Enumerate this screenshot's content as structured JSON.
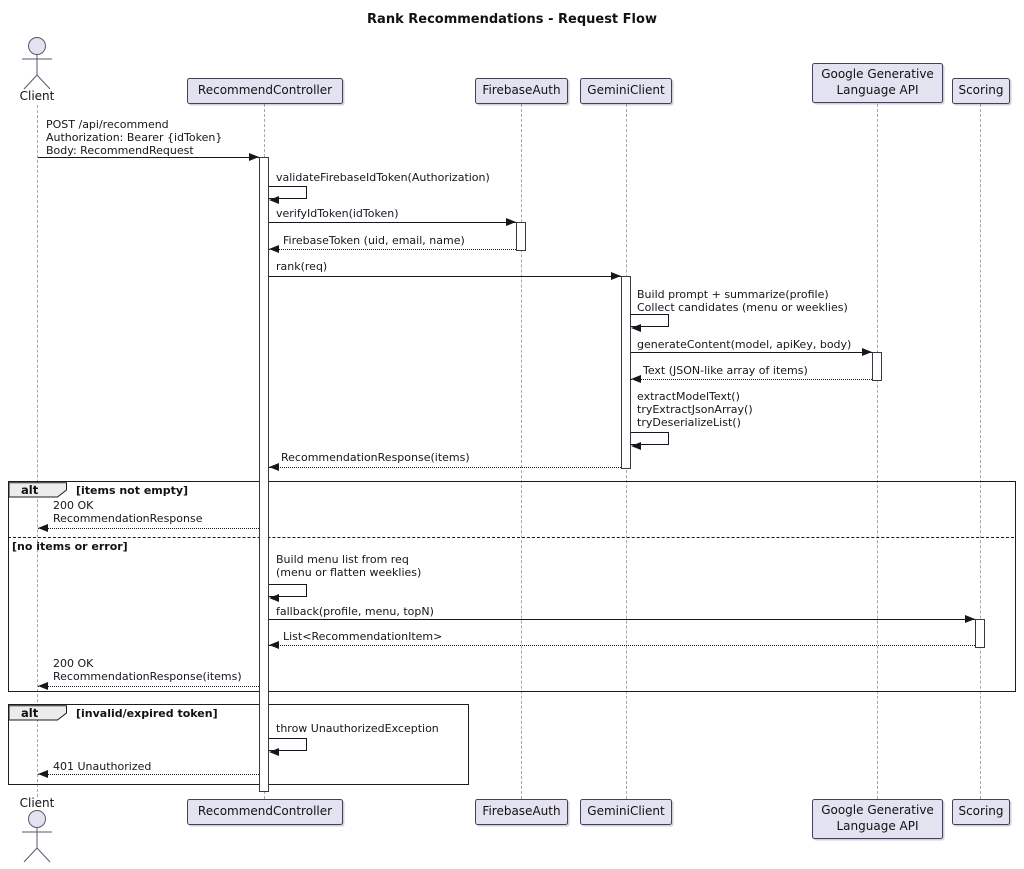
{
  "title": "Rank Recommendations - Request Flow",
  "participants": {
    "client": {
      "label": "Client"
    },
    "controller": {
      "label": "RecommendController"
    },
    "firebase": {
      "label": "FirebaseAuth"
    },
    "gemini": {
      "label": "GeminiClient"
    },
    "api": {
      "label": "Google Generative\nLanguage API"
    },
    "scoring": {
      "label": "Scoring"
    }
  },
  "messages": {
    "request": "POST /api/recommend\nAuthorization: Bearer {idToken}\nBody: RecommendRequest",
    "validate_token": "validateFirebaseIdToken(Authorization)",
    "verify_id_token": "verifyIdToken(idToken)",
    "firebase_token_return": "FirebaseToken (uid, email, name)",
    "rank": "rank(req)",
    "build_prompt": "Build prompt + summarize(profile)\nCollect candidates (menu or weeklies)",
    "generate_content": "generateContent(model, apiKey, body)",
    "text_return": "Text (JSON-like array of items)",
    "extract": "extractModelText()\ntryExtractJsonArray()\ntryDeserializeList()",
    "recommendation_response": "RecommendationResponse(items)",
    "ok_response": "200 OK\nRecommendationResponse",
    "build_menu": "Build menu list from req\n(menu or flatten weeklies)",
    "fallback": "fallback(profile, menu, topN)",
    "list_return": "List<RecommendationItem>",
    "ok_response_items": "200 OK\nRecommendationResponse(items)",
    "throw_unauthorized": "throw UnauthorizedException",
    "unauthorized": "401 Unauthorized"
  },
  "frames": {
    "alt1": {
      "label": "alt",
      "guard": "[items not empty]",
      "divider_label": "[no items or error]"
    },
    "alt2": {
      "label": "alt",
      "guard": "[invalid/expired token]"
    }
  },
  "colors": {
    "participant_fill": "#E2E2F0",
    "participant_border": "#41415a",
    "lifeline": "#A6A6B2",
    "arrow": "#16161D",
    "frame_border": "#1B1B22",
    "frame_tag_fill": "#ECECEC",
    "background": "#FFFFFF"
  }
}
